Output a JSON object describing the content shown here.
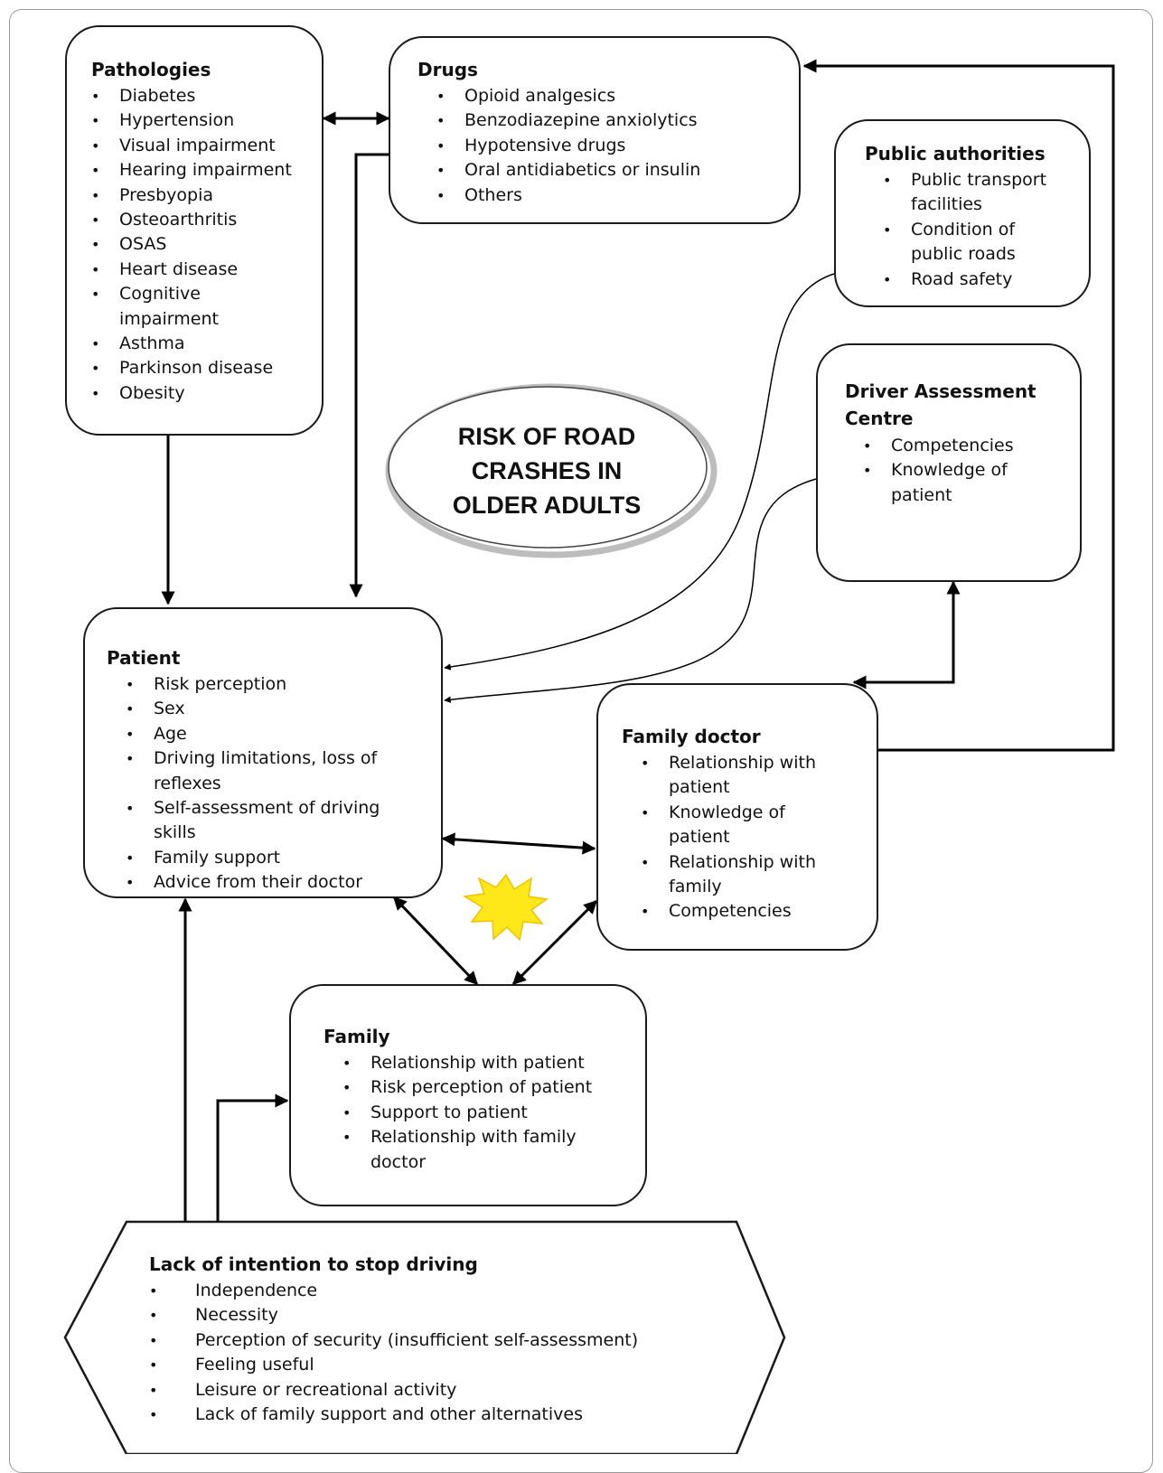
{
  "center_title": "RISK OF ROAD CRASHES IN OLDER ADULTS",
  "pathologies": {
    "title": "Pathologies",
    "items": [
      "Diabetes",
      "Hypertension",
      "Visual impairment",
      "Hearing impairment",
      "Presbyopia",
      "Osteoarthritis",
      "OSAS",
      "Heart disease",
      "Cognitive impairment",
      "Asthma",
      "Parkinson disease",
      "Obesity"
    ]
  },
  "drugs": {
    "title": "Drugs",
    "items": [
      "Opioid analgesics",
      "Benzodiazepine anxiolytics",
      "Hypotensive drugs",
      "Oral antidiabetics or insulin",
      "Others"
    ]
  },
  "public_authorities": {
    "title": "Public authorities",
    "items": [
      "Public transport facilities",
      "Condition of public roads",
      "Road safety"
    ]
  },
  "driver_assessment": {
    "title": "Driver Assessment Centre",
    "items": [
      "Competencies",
      "Knowledge of patient"
    ]
  },
  "patient": {
    "title": "Patient",
    "items": [
      "Risk perception",
      "Sex",
      "Age",
      "Driving limitations, loss of reflexes",
      "Self-assessment of driving skills",
      "Family support",
      "Advice from their doctor"
    ]
  },
  "family_doctor": {
    "title": "Family doctor",
    "items": [
      "Relationship with patient",
      "Knowledge of patient",
      "Relationship with family",
      "Competencies"
    ]
  },
  "family": {
    "title": "Family",
    "items": [
      "Relationship with patient",
      "Risk perception of patient",
      "Support to patient",
      "Relationship with family doctor"
    ]
  },
  "lack_of_intention": {
    "title": "Lack of intention to stop driving",
    "items": [
      "Independence",
      "Necessity",
      "Perception of security (insufficient self-assessment)",
      "Feeling useful",
      "Leisure or recreational activity",
      "Lack of family support and other alternatives"
    ]
  }
}
